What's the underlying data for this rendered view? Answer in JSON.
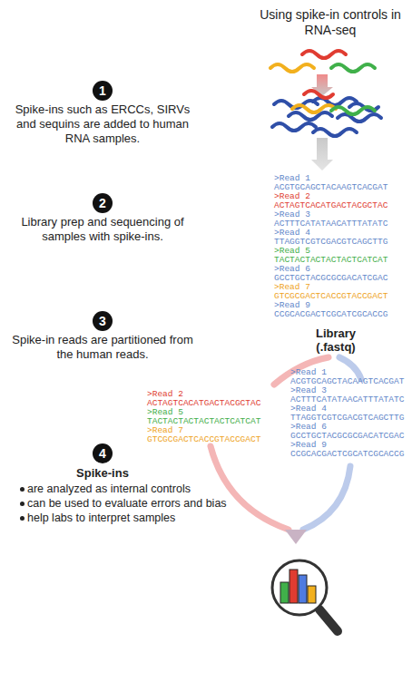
{
  "diagram": {
    "title": "Using spike-in controls in RNA-seq",
    "nodes": [
      {
        "text": [
          "1"
        ]
      },
      {
        "text": [
          "2"
        ]
      },
      {
        "text": [
          "3"
        ]
      },
      {
        "text": [
          "4"
        ]
      }
    ],
    "labels": [
      "Spike-ins such as ERCCs, SIRVs and sequins are added to human RNA samples.",
      "Library prep and sequencing of samples with spike-ins.",
      ">Read 1",
      "ACGTGCAGCTACAAGTCACGAT",
      ">Read 2",
      "ACTAGTCACATGACTACGCTAC",
      ">Read 3",
      "ACTTTCATATAACATTTATATC",
      ">Read 4",
      "TTAGGTCGTCGACGTCAGCTTG",
      ">Read 5",
      "TACTACTACTACTACTCATCAT",
      ">Read 6",
      "GCCTGCTACGCGCGACATCGAC",
      ">Read 7",
      "GTCGCGACTCACCGTACCGACT",
      ">Read 9",
      "CCGCACGACTCGCATCGCACCG",
      "Library",
      "(.fastq)",
      "Spike-in reads are partitioned from the human reads.",
      ">Read 2",
      "ACTAGTCACATGACTACGCTAC",
      ">Read 5",
      "TACTACTACTACTACTCATCAT",
      ">Read 7",
      "GTCGCGACTCACCGTACCGACT",
      ">Read 1",
      "ACGTGCAGCTACAAGTCACGAT",
      ">Read 3",
      "ACTTTCATATAACATTTATATC",
      ">Read 4",
      "TTAGGTCGTCGACGTCAGCTTG",
      ">Read 6",
      "GCCTGCTACGCGCGACATCGAC",
      ">Read 9",
      "CCGCACGACTCGCATCGCACCG",
      "Spike-ins",
      "are analyzed as internal controls",
      "can be used to evaluate errors and bias",
      "help labs to interpret samples"
    ]
  }
}
